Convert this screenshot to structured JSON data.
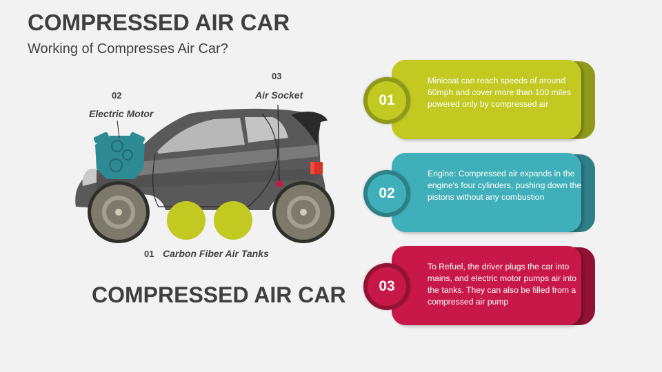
{
  "header": {
    "title": "COMPRESSED AIR CAR",
    "subtitle": "Working of Compresses Air Car?"
  },
  "diagram": {
    "labels": [
      {
        "number": "02",
        "text": "Electric Motor",
        "icon": "engine-icon",
        "color": "#2e8a93"
      },
      {
        "number": "03",
        "text": "Air Socket",
        "icon": "air-socket-dot",
        "color": "#c8184a"
      },
      {
        "number": "01",
        "text": "Carbon Fiber Air Tanks",
        "icon": "air-tank-circles",
        "color": "#c2c921"
      }
    ],
    "bottom_title": "COMPRESSED AIR CAR"
  },
  "cards": [
    {
      "number": "01",
      "text": "Minicoat can reach speeds of around 60mph and cover more than 100 miles powered only by compressed air",
      "color": "#c2c921",
      "dark_color": "#8f9a1a"
    },
    {
      "number": "02",
      "text": "Engine: Compressed air expands in the engine's four cylinders, pushing down the pistons without any combustion",
      "color": "#3fb0b9",
      "dark_color": "#2e8087"
    },
    {
      "number": "03",
      "text": "To Refuel, the driver plugs the car into mains, and electric motor pumps air into the tanks. They can also be filled from a compressed air pump",
      "color": "#c8184a",
      "dark_color": "#921235"
    }
  ]
}
